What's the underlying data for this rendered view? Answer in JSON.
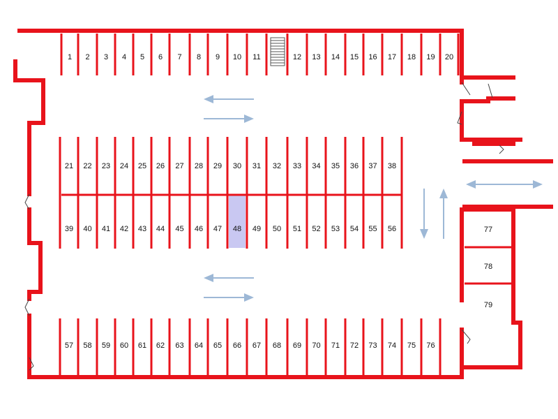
{
  "plan": {
    "rows": [
      {
        "id": "row-top",
        "spaces": [
          "1",
          "2",
          "3",
          "4",
          "5",
          "6",
          "7",
          "8",
          "9",
          "10",
          "11",
          "12",
          "13",
          "14",
          "15",
          "16",
          "17",
          "18",
          "19",
          "20"
        ]
      },
      {
        "id": "row-upper-middle",
        "spaces": [
          "21",
          "22",
          "23",
          "24",
          "25",
          "26",
          "27",
          "28",
          "29",
          "30",
          "31",
          "32",
          "33",
          "34",
          "35",
          "36",
          "37",
          "38"
        ]
      },
      {
        "id": "row-lower-middle",
        "spaces": [
          "39",
          "40",
          "41",
          "42",
          "43",
          "44",
          "45",
          "46",
          "47",
          "48",
          "49",
          "50",
          "51",
          "52",
          "53",
          "54",
          "55",
          "56"
        ]
      },
      {
        "id": "row-bottom",
        "spaces": [
          "57",
          "58",
          "59",
          "60",
          "61",
          "62",
          "63",
          "64",
          "65",
          "66",
          "67",
          "68",
          "69",
          "70",
          "71",
          "72",
          "73",
          "74",
          "75",
          "76"
        ]
      },
      {
        "id": "row-right",
        "spaces": [
          "77",
          "78",
          "79"
        ]
      }
    ],
    "highlighted_space": "48",
    "colors": {
      "wall": "#e8131b",
      "arrow": "#9db8d6",
      "highlight": "#c9c8f2"
    }
  }
}
